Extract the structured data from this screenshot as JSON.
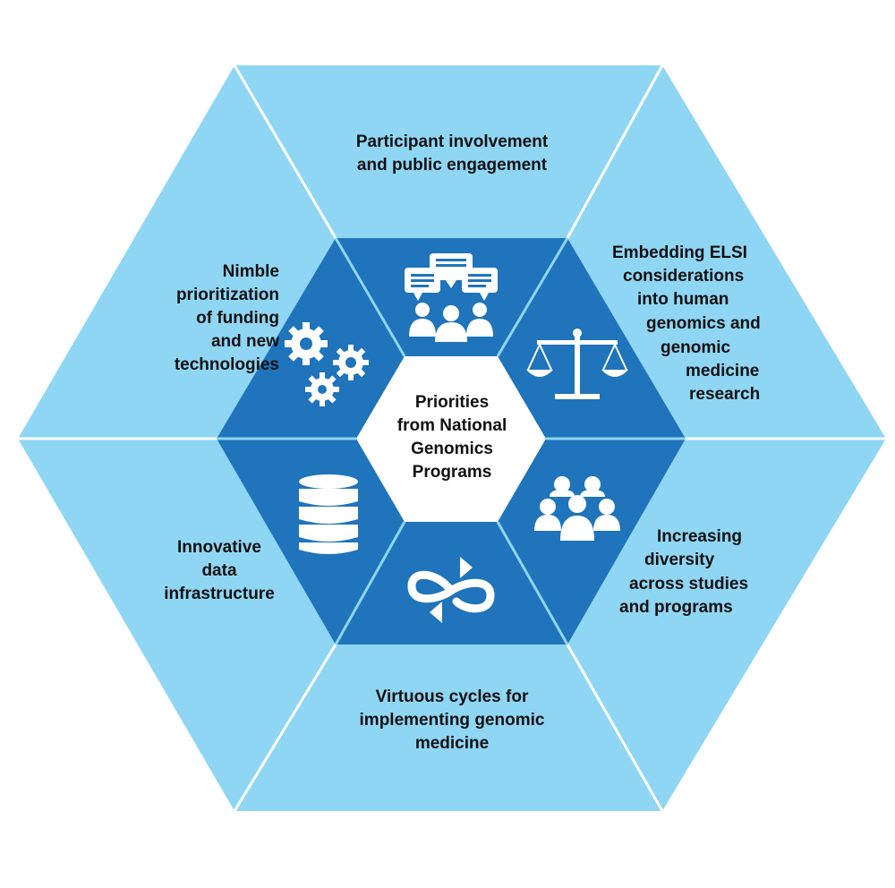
{
  "center": {
    "lines": [
      "Priorities",
      "from National",
      "Genomics",
      "Programs"
    ]
  },
  "segments": {
    "participant": {
      "lines": [
        "Participant involvement",
        "and public engagement"
      ],
      "icon": "discussion-group-icon"
    },
    "elsi": {
      "lines": [
        "Embedding ELSI",
        "considerations",
        "into human",
        "genomics and",
        "genomic",
        "medicine",
        "research"
      ],
      "icon": "balance-scale-icon"
    },
    "diversity": {
      "lines": [
        "Increasing",
        "diversity",
        "across studies",
        "and programs"
      ],
      "icon": "diverse-group-icon"
    },
    "virtuous": {
      "lines": [
        "Virtuous cycles for",
        "implementing genomic",
        "medicine"
      ],
      "icon": "cycle-arrows-icon"
    },
    "data": {
      "lines": [
        "Innovative",
        "data",
        "infrastructure"
      ],
      "icon": "database-icon"
    },
    "nimble": {
      "lines": [
        "Nimble",
        "prioritization",
        "of funding",
        "and new",
        "technologies"
      ],
      "icon": "gears-icon"
    }
  },
  "colors": {
    "outer": "#8fd6f5",
    "inner": "#1f74bb",
    "center": "#ffffff",
    "icon": "#ffffff",
    "divider": "#ffffff",
    "text": "#111111"
  }
}
